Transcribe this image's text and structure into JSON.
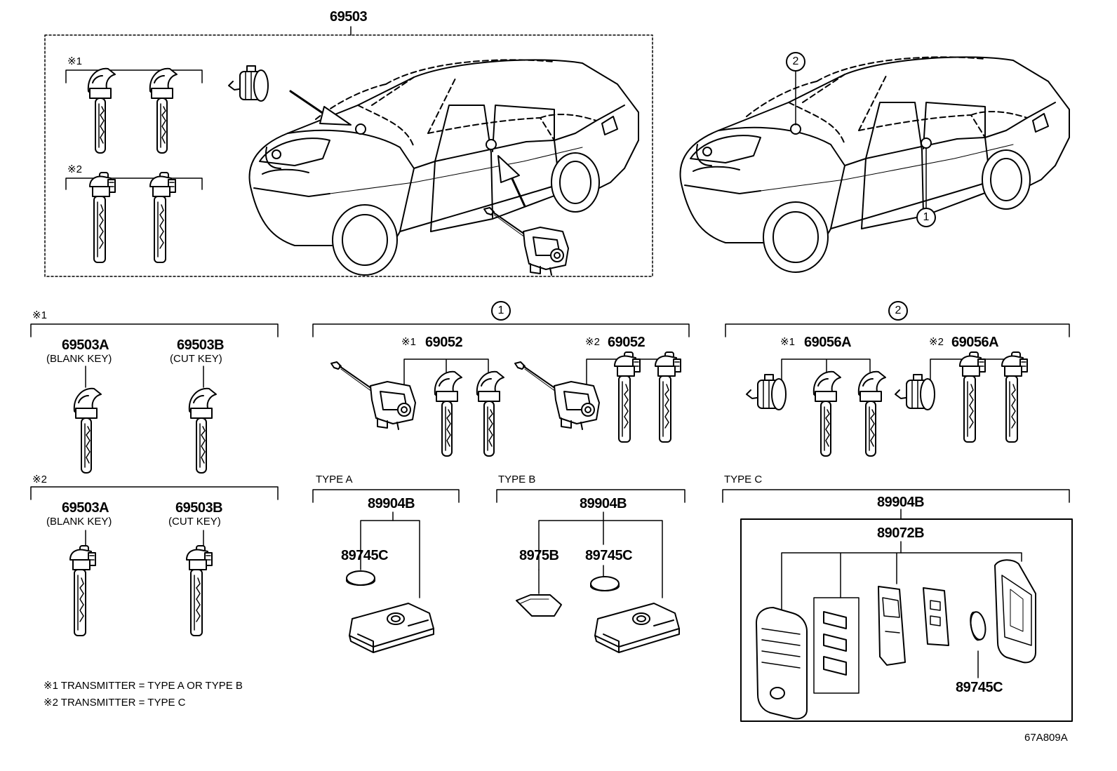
{
  "assembly": {
    "part_no": "69503"
  },
  "refs": {
    "one": "1",
    "two": "2"
  },
  "groups": {
    "g1": {
      "mark": "※1"
    },
    "g2": {
      "mark": "※2"
    },
    "mark1": "※1",
    "mark2": "※2"
  },
  "keys": {
    "blank_no": "69503A",
    "blank_desc": "(BLANK KEY)",
    "cut_no": "69503B",
    "cut_desc": "(CUT KEY)"
  },
  "cylinders": {
    "door_set": "69052",
    "lock_set": "69056A"
  },
  "transmitters": {
    "type_a": "TYPE A",
    "type_b": "TYPE B",
    "type_c": "TYPE C",
    "transmitter": "89904B",
    "battery": "89745C",
    "cover": "8975B",
    "housing": "89072B"
  },
  "notes": {
    "n1": "※1 TRANSMITTER = TYPE A OR TYPE B",
    "n2": "※2 TRANSMITTER = TYPE C"
  },
  "figure_code": "67A809A"
}
